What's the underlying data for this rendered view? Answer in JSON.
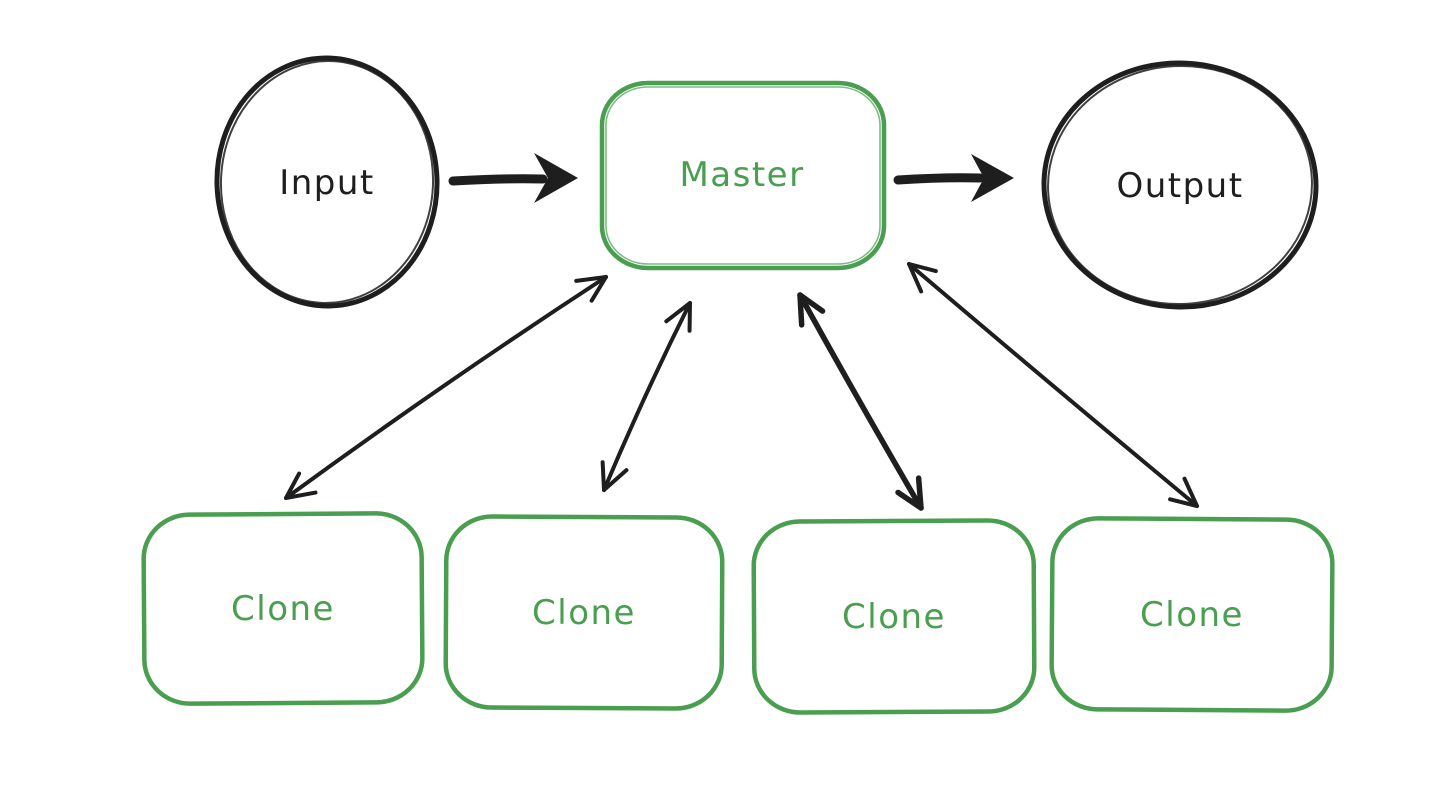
{
  "diagram": {
    "background": "#ffffff",
    "palette": {
      "ink": "#1e1e1e",
      "green": "#4a9e4f"
    },
    "nodes": {
      "input": {
        "label": "Input",
        "shape": "ellipse",
        "stroke": "#1e1e1e"
      },
      "master": {
        "label": "Master",
        "shape": "rounded-rectangle",
        "stroke": "#4a9e4f"
      },
      "output": {
        "label": "Output",
        "shape": "ellipse",
        "stroke": "#1e1e1e"
      },
      "clones": [
        {
          "label": "Clone",
          "shape": "rounded-rectangle",
          "stroke": "#4a9e4f"
        },
        {
          "label": "Clone",
          "shape": "rounded-rectangle",
          "stroke": "#4a9e4f"
        },
        {
          "label": "Clone",
          "shape": "rounded-rectangle",
          "stroke": "#4a9e4f"
        },
        {
          "label": "Clone",
          "shape": "rounded-rectangle",
          "stroke": "#4a9e4f"
        }
      ]
    },
    "edges": [
      {
        "from": "Input",
        "to": "Master",
        "direction": "one-way",
        "style": "thick"
      },
      {
        "from": "Master",
        "to": "Output",
        "direction": "one-way",
        "style": "thick"
      },
      {
        "from": "Master",
        "to": "Clone 1",
        "direction": "two-way",
        "style": "thin"
      },
      {
        "from": "Master",
        "to": "Clone 2",
        "direction": "two-way",
        "style": "thin"
      },
      {
        "from": "Master",
        "to": "Clone 3",
        "direction": "two-way",
        "style": "bold"
      },
      {
        "from": "Master",
        "to": "Clone 4",
        "direction": "two-way",
        "style": "thin"
      }
    ]
  }
}
